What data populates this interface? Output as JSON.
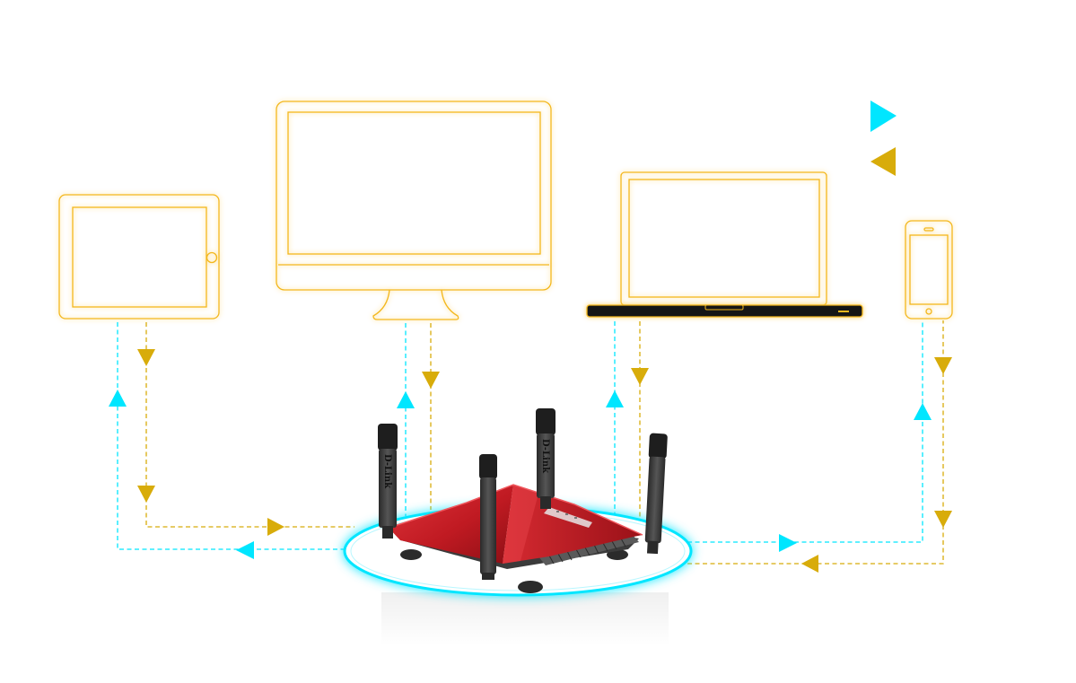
{
  "colors": {
    "outline": "#f3b71d",
    "outline_light": "#fde6a4",
    "upload_flow": "#00e6ff",
    "download_flow": "#d8ac0a",
    "router_red": "#c21a22",
    "router_dark": "#3a3a3a",
    "halo": "#00e6ff"
  },
  "legend": {
    "items": [
      {
        "icon": "cyan-triangle-right-icon",
        "label": ""
      },
      {
        "icon": "gold-triangle-left-icon",
        "label": ""
      }
    ]
  },
  "devices": [
    {
      "name": "tablet",
      "icon": "tablet-icon"
    },
    {
      "name": "monitor",
      "icon": "desktop-monitor-icon"
    },
    {
      "name": "laptop",
      "icon": "laptop-icon"
    },
    {
      "name": "phone",
      "icon": "smartphone-icon"
    }
  ],
  "router": {
    "icon": "wireless-router-icon",
    "antenna_brand": "D-Link"
  }
}
